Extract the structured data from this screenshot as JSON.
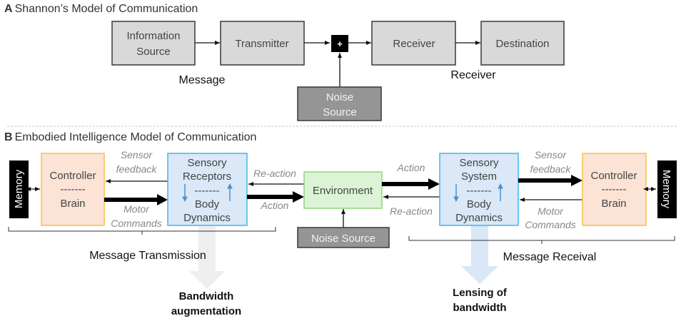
{
  "panel_a": {
    "letter": "A",
    "title": "Shannon’s Model of Communication",
    "blocks": {
      "information_source": [
        "Information",
        "Source"
      ],
      "transmitter": "Transmitter",
      "adder": "+",
      "receiver": "Receiver",
      "destination": "Destination",
      "noise_source": [
        "Noise",
        "Source"
      ]
    },
    "labels": {
      "message": "Message",
      "receiver": "Receiver"
    }
  },
  "panel_b": {
    "letter": "B",
    "title": "Embodied Intelligence Model of Communication",
    "left": {
      "memory": "Memory",
      "controller": [
        "Controller",
        "-------",
        "Brain"
      ],
      "sensory": [
        "Sensory",
        "Receptors",
        "-------",
        "Body",
        "Dynamics"
      ],
      "sensor_feedback": [
        "Sensor",
        "feedback"
      ],
      "motor_commands": [
        "Motor",
        "Commands"
      ],
      "reaction": "Re-action",
      "action": "Action",
      "brace_label": "Message Transmission",
      "outcome": [
        "Bandwidth",
        "augmentation"
      ]
    },
    "environment": "Environment",
    "noise_source": "Noise Source",
    "right": {
      "memory": "Memory",
      "controller": [
        "Controller",
        "-------",
        "Brain"
      ],
      "sensory": [
        "Sensory",
        "System",
        "-------",
        "Body",
        "Dynamics"
      ],
      "sensor_feedback": [
        "Sensor",
        "feedback"
      ],
      "motor_commands": [
        "Motor",
        "Commands"
      ],
      "reaction": "Re-action",
      "action": "Action",
      "brace_label": "Message Receival",
      "outcome": [
        "Lensing of",
        "bandwidth"
      ]
    }
  },
  "colors": {
    "gray_box": "#d9d9d9",
    "gray_border": "#2f3b45",
    "noise_box": "#959595",
    "controller_fill": "#fbe3d6",
    "controller_border": "#f5c242",
    "sensory_fill": "#dae8f7",
    "sensory_border": "#3fb8ea",
    "env_fill": "#dcf3d5",
    "env_border": "#8fd67e",
    "inner_arrow": "#4a90d0",
    "augmentation_arrow": "#efefef",
    "lensing_arrow": "#d9e7f6"
  }
}
